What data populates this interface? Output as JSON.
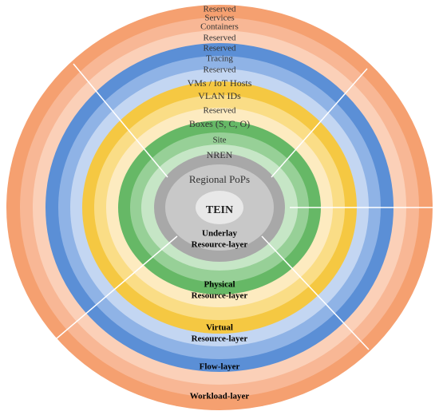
{
  "rings": [
    {
      "label": "Reserved",
      "color": "#f5a070"
    },
    {
      "label": "Services",
      "color": "#f8b795"
    },
    {
      "label": "Containers",
      "color": "#fbd0b8"
    },
    {
      "label": "Reserved",
      "color": "#5b8fd6"
    },
    {
      "label": "Reserved",
      "color": "#8fb3e6"
    },
    {
      "label": "Tracing",
      "color": "#c3d6f2"
    },
    {
      "label": "Reserved",
      "color": "#f5c842"
    },
    {
      "label": "VMs / IoT Hosts",
      "color": "#fadd86"
    },
    {
      "label": "VLAN IDs",
      "color": "#fdebc0"
    },
    {
      "label": "Reserved",
      "color": "#66b866"
    },
    {
      "label": "Boxes (S, C, O)",
      "color": "#97d097"
    },
    {
      "label": "Site",
      "color": "#c6e6c6"
    },
    {
      "label": "NREN",
      "color": "#a8a8a8"
    },
    {
      "label": "Regional PoPs",
      "color": "#c8c8c8"
    },
    {
      "label": "TEIN",
      "color": "#e8e8e8"
    }
  ],
  "layers": [
    {
      "line1": "Underlay",
      "line2": "Resource-layer"
    },
    {
      "line1": "Physical",
      "line2": "Resource-layer"
    },
    {
      "line1": "Virtual",
      "line2": "Resource-layer"
    },
    {
      "line1": "Flow-layer",
      "line2": ""
    },
    {
      "line1": "Workload-layer",
      "line2": ""
    }
  ],
  "colors": {
    "divider": "#ffffff",
    "background": "#ffffff"
  }
}
